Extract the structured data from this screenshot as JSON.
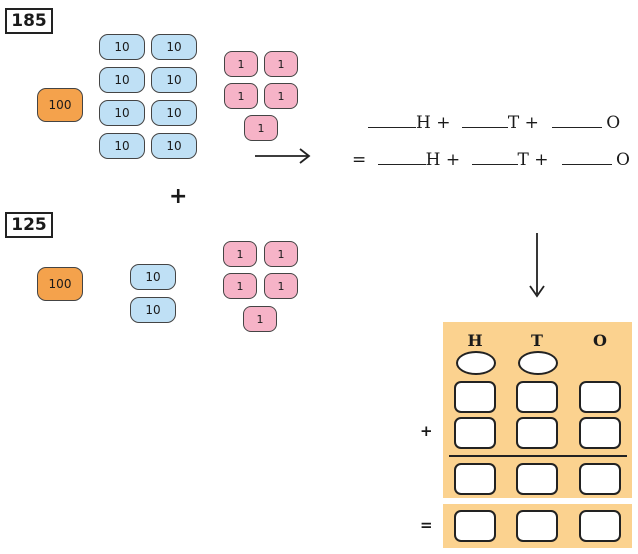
{
  "numbers": {
    "first": "185",
    "second": "125"
  },
  "blocks": {
    "hundred": "100",
    "ten": "10",
    "one": "1"
  },
  "operator_plus": "+",
  "expansion": {
    "line1": {
      "h": "H +",
      "t": "T +",
      "o": "O"
    },
    "line2": {
      "eq": "=",
      "h": "H +",
      "t": "T +",
      "o": "O"
    }
  },
  "hto": {
    "h": "H",
    "t": "T",
    "o": "O",
    "plus": "+",
    "equals": "="
  },
  "colors": {
    "hundred": "#f4a24c",
    "ten": "#bfe0f5",
    "one": "#f6b3c7",
    "table": "#fbd28f"
  }
}
